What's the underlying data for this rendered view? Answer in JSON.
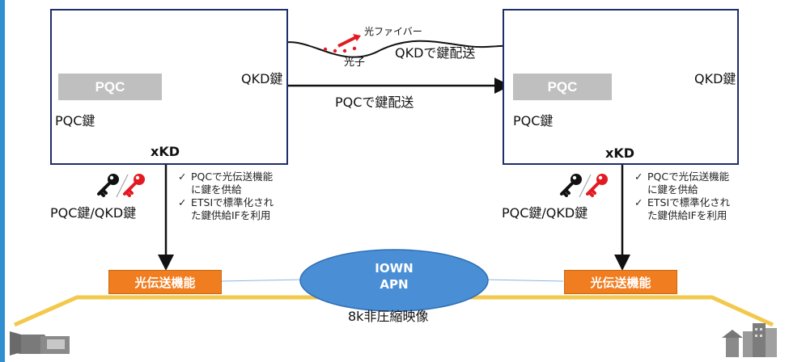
{
  "colors": {
    "left_bar": "#2f8fd0",
    "node_border": "#1f2d6b",
    "pqc_block": "#bfbfbf",
    "key_red": "#e21b23",
    "optical": "#f07d1f",
    "cloud": "#4a8fd6",
    "rail": "#f2c94c",
    "key_red_arrow": "#e8332f"
  },
  "left_node": {
    "pqc_block": "PQC",
    "qkd_key": "QKD鍵",
    "pqc_key": "PQC鍵",
    "xkd": "xKD"
  },
  "right_node": {
    "pqc_block": "PQC",
    "qkd_key": "QKD鍵",
    "pqc_key": "PQC鍵",
    "xkd": "xKD"
  },
  "fiber": {
    "label": "光ファイバー",
    "photon": "光子",
    "qkd_delivery": "QKDで鍵配送"
  },
  "pqc_delivery": "PQCで鍵配送",
  "key_pair_label_left": "PQC鍵/QKD鍵",
  "key_pair_label_right": "PQC鍵/QKD鍵",
  "notes_left": [
    "PQCで光伝送機能",
    "に鍵を供給",
    "ETSIで標準化され",
    "た鍵供給IFを利用"
  ],
  "notes_right": [
    "PQCで光伝送機能",
    "に鍵を供給",
    "ETSIで標準化され",
    "た鍵供給IFを利用"
  ],
  "check_mark": "✓",
  "optical_left": "光伝送機能",
  "optical_right": "光伝送機能",
  "network": {
    "line1": "IOWN",
    "line2": "APN"
  },
  "video_label": "8k非圧縮映像",
  "icons": [
    "server-icon",
    "key-icon",
    "camera-icon",
    "city-building-icon"
  ]
}
